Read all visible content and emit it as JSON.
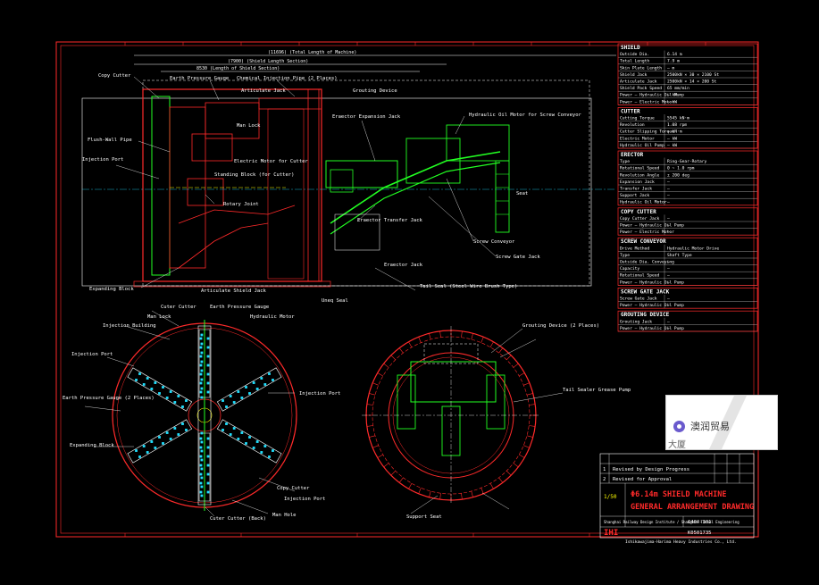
{
  "drawing": {
    "overall_length": "(11696) (Total Length of Machine)",
    "shield_length": "(7900) (Shield Length Section)",
    "machine_length": "8530 (Length of Shield Section)",
    "labels_side": [
      "Copy Cutter",
      "Earth Pressure Gauge",
      "Chemical Injection Pipe (2 Places)",
      "Articulate Jack",
      "Grouting Device",
      "Eraector Expansion Jack",
      "Hydraulic Oil Motor for Screw Conveyor",
      "Man Lock",
      "Electric Motor for Cutter",
      "Flush-Wall Pipe",
      "Injection Port",
      "Standing Block (for Cutter)",
      "Rotary Joint",
      "Eraector Transfer Jack",
      "Screw Conveyor",
      "Screw Gate Jack",
      "Tail Seal (Steel Wire Brush Type)",
      "Expanding Block",
      "Articulate Shield Jack",
      "Uneq Seal",
      "Seat",
      "Eraector Jack"
    ],
    "labels_front": [
      "Cuter Cutter",
      "Earth Pressure Gauge",
      "Man Lock",
      "Hydraulic Motor",
      "Injection Port",
      "Injection Building",
      "Earth Pressure Gauge (2 Places)",
      "Injection Port",
      "Expanding Block",
      "Copy Cutter",
      "Man Hole",
      "Injection Port",
      "Cuter Cutter (Back)"
    ],
    "labels_rear": [
      "Grouting Device (2 Places)",
      "Tail Sealer Grease Pump",
      "Support Seat"
    ]
  },
  "spec": {
    "sections": [
      {
        "title": "SHIELD",
        "rows": [
          [
            "Outside Dia.",
            "6.14 m"
          ],
          [
            "Total Length",
            "7.9 m"
          ],
          [
            "Skin Plate Length",
            "— m"
          ],
          [
            "Shield Jack",
            "2500kN × 30 × 2100 St"
          ],
          [
            "Articulate Jack",
            "2500kN × 14 × 200 St"
          ],
          [
            "Shield Pack Speed",
            "65 mm/min"
          ],
          [
            "Power — Hydraulic Oil Pump",
            "— kW"
          ],
          [
            "Power — Electric Motor",
            "— kW"
          ]
        ]
      },
      {
        "title": "CUTTER",
        "rows": [
          [
            "Cutting Torque",
            "5545 kN·m"
          ],
          [
            "Revolution",
            "1.08 rpm"
          ],
          [
            "Cutter Slipping Torque",
            "— kN·m"
          ],
          [
            "Electric Motor",
            "— kW"
          ],
          [
            "Hydraulic Oil Pump",
            "— kW"
          ]
        ]
      },
      {
        "title": "ERECTOR",
        "rows": [
          [
            "Type",
            "Ring-Gear-Rotary"
          ],
          [
            "Rotational Speed",
            "0 ~ 1.0 rpm"
          ],
          [
            "Revolution Angle",
            "± 200 deg"
          ],
          [
            "Expansion Jack",
            "—"
          ],
          [
            "Transfer Jack",
            "—"
          ],
          [
            "Support Jack",
            "—"
          ],
          [
            "Hydraulic Oil Motor",
            "—"
          ]
        ]
      },
      {
        "title": "COPY CUTTER",
        "rows": [
          [
            "Copy Cutter Jack",
            "—"
          ],
          [
            "Power — Hydraulic Oil Pump",
            "—"
          ],
          [
            "Power — Electric Motor",
            "—"
          ]
        ]
      },
      {
        "title": "SCREW CONVEYOR",
        "rows": [
          [
            "Drive Method",
            "Hydraulic Motor Drive"
          ],
          [
            "Type",
            "Shaft Type"
          ],
          [
            "Outside Dia. Conveying",
            "—"
          ],
          [
            "Capacity",
            "—"
          ],
          [
            "Rotational Speed",
            "—"
          ],
          [
            "Power — Hydraulic Oil Pump",
            "—"
          ]
        ]
      },
      {
        "title": "SCREW GATE JACK",
        "rows": [
          [
            "Screw Gate Jack",
            "—"
          ],
          [
            "Power — Hydraulic Oil Pump",
            "—"
          ]
        ]
      },
      {
        "title": "GROUTING DEVICE",
        "rows": [
          [
            "Grouting Jack",
            "—"
          ],
          [
            "Power — Hydraulic Oil Pump",
            "—"
          ]
        ]
      }
    ]
  },
  "title_block": {
    "revisions": [
      [
        "1",
        "Revised by Design Progress"
      ],
      [
        "2",
        "Revised for Approval"
      ]
    ],
    "title_line1": "Φ6.14m SHIELD MACHINE",
    "title_line2": "GENERAL ARRANGEMENT DRAWING",
    "scale": "1/50",
    "drawing_no": "6404-301",
    "sheet_no": "K0501735",
    "company_logo": "IHI",
    "company": "Ishikawajima-Harima Heavy Industries Co., Ltd.",
    "client": "Shanghai Railway Design Institute / Shanghai Tunnel Engineering"
  },
  "map_popup": {
    "place_name": "澳润贸易",
    "sub_text": "大厦"
  },
  "colors": {
    "background": "#000000",
    "frame": "#ff2a2a",
    "outline": "#ffffff",
    "green": "#22ff22",
    "cyan": "#20e0ff",
    "yellow": "#ffff00"
  }
}
